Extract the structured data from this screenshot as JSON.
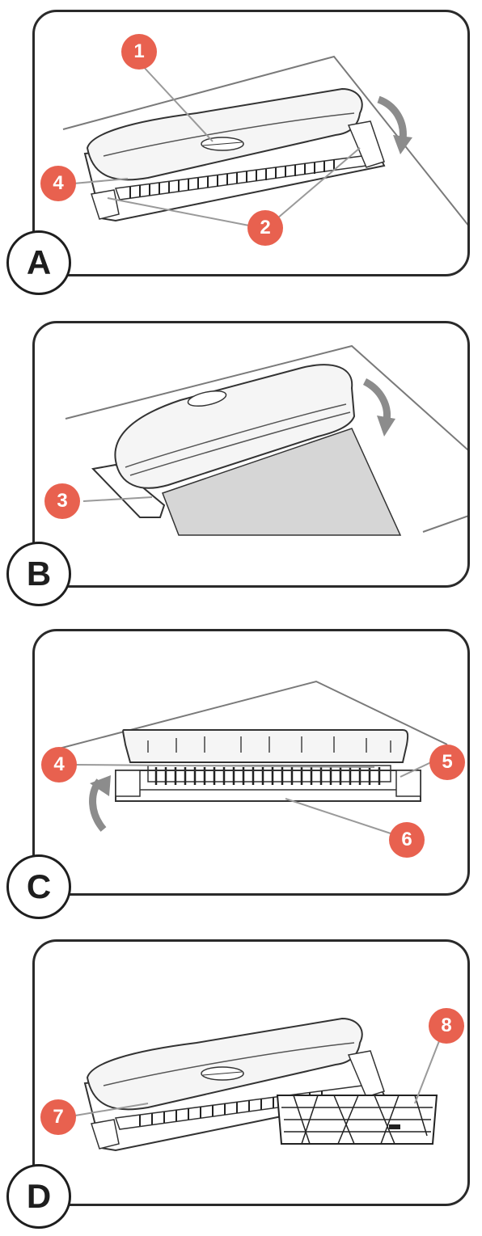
{
  "panels": [
    {
      "letter": "A",
      "callouts": [
        "1",
        "4",
        "2"
      ]
    },
    {
      "letter": "B",
      "callouts": [
        "3"
      ]
    },
    {
      "letter": "C",
      "callouts": [
        "4",
        "5",
        "6"
      ]
    },
    {
      "letter": "D",
      "callouts": [
        "8",
        "7"
      ]
    }
  ],
  "colors": {
    "callout": "#e8614f",
    "line": "#888888",
    "outline": "#2a2a2a",
    "arrow": "#8c8c8c"
  }
}
